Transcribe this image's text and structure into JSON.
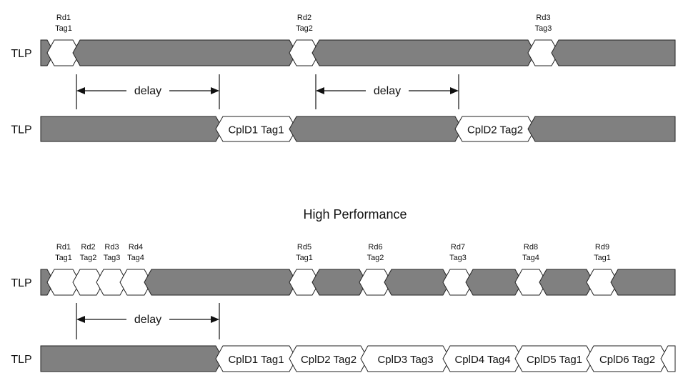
{
  "heading": "High Performance",
  "row_label": "TLP",
  "delay_label": "delay",
  "top_section": {
    "request_row": {
      "segments": [
        {
          "kind": "busy"
        },
        {
          "kind": "packet",
          "label_top": "Rd1",
          "label_bottom": "Tag1"
        },
        {
          "kind": "busy"
        },
        {
          "kind": "packet",
          "label_top": "Rd2",
          "label_bottom": "Tag2"
        },
        {
          "kind": "busy"
        },
        {
          "kind": "packet",
          "label_top": "Rd3",
          "label_bottom": "Tag3"
        },
        {
          "kind": "busy"
        }
      ]
    },
    "completion_row": {
      "segments": [
        {
          "kind": "busy"
        },
        {
          "kind": "packet",
          "text": "CplD1 Tag1"
        },
        {
          "kind": "busy"
        },
        {
          "kind": "packet",
          "text": "CplD2 Tag2"
        },
        {
          "kind": "busy"
        }
      ]
    }
  },
  "bottom_section": {
    "request_row": {
      "segments": [
        {
          "kind": "busy"
        },
        {
          "kind": "packet",
          "label_top": "Rd1",
          "label_bottom": "Tag1"
        },
        {
          "kind": "packet",
          "label_top": "Rd2",
          "label_bottom": "Tag2"
        },
        {
          "kind": "packet",
          "label_top": "Rd3",
          "label_bottom": "Tag3"
        },
        {
          "kind": "packet",
          "label_top": "Rd4",
          "label_bottom": "Tag4"
        },
        {
          "kind": "busy"
        },
        {
          "kind": "packet",
          "label_top": "Rd5",
          "label_bottom": "Tag1"
        },
        {
          "kind": "busy"
        },
        {
          "kind": "packet",
          "label_top": "Rd6",
          "label_bottom": "Tag2"
        },
        {
          "kind": "busy"
        },
        {
          "kind": "packet",
          "label_top": "Rd7",
          "label_bottom": "Tag3"
        },
        {
          "kind": "busy"
        },
        {
          "kind": "packet",
          "label_top": "Rd8",
          "label_bottom": "Tag4"
        },
        {
          "kind": "busy"
        },
        {
          "kind": "packet",
          "label_top": "Rd9",
          "label_bottom": "Tag1"
        },
        {
          "kind": "busy"
        }
      ]
    },
    "completion_row": {
      "segments": [
        {
          "kind": "busy"
        },
        {
          "kind": "packet",
          "text": "CplD1 Tag1"
        },
        {
          "kind": "packet",
          "text": "CplD2 Tag2"
        },
        {
          "kind": "packet",
          "text": "CplD3 Tag3"
        },
        {
          "kind": "packet",
          "text": "CplD4 Tag4"
        },
        {
          "kind": "packet",
          "text": "CplD5 Tag1"
        },
        {
          "kind": "packet",
          "text": "CplD6 Tag2"
        },
        {
          "kind": "packet",
          "text": ""
        }
      ]
    }
  }
}
